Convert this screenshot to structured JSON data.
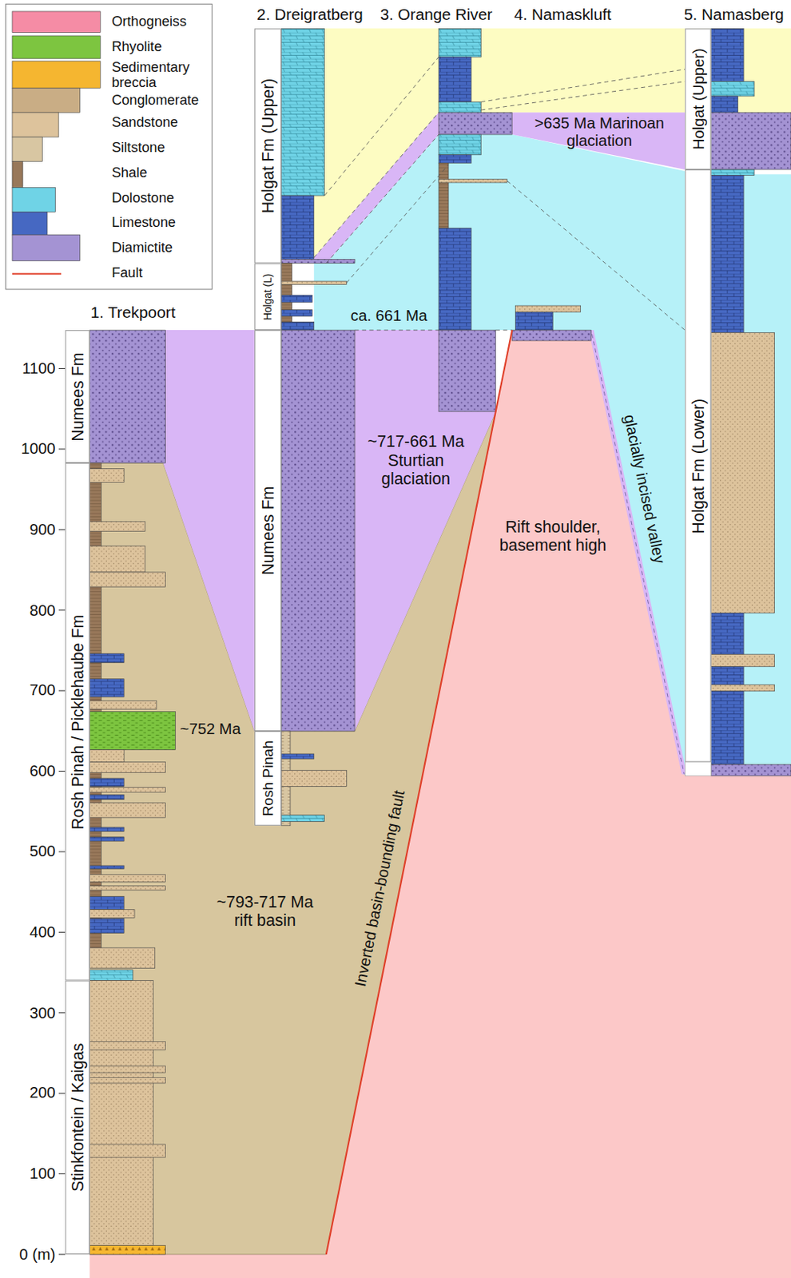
{
  "diagram": {
    "nodes": [
      {
        "text": [
          "Numees Fm"
        ]
      },
      {
        "text": [
          "Rosh Pinah / Picklehaube Fm"
        ]
      },
      {
        "text": [
          "Stinkfontein / Kaigas"
        ]
      },
      {
        "text": [
          "Holgat Fm (Upper)"
        ]
      },
      {
        "text": [
          "Holgat (L)"
        ]
      },
      {
        "text": [
          "Numees Fm"
        ]
      },
      {
        "text": [
          "Rosh Pinah"
        ]
      },
      {
        "text": [
          "Holgat (Upper)"
        ]
      },
      {
        "text": [
          "Holgat Fm (Lower)"
        ]
      }
    ],
    "labels": [
      "1. Trekpoort",
      "2. Dreigratberg",
      "3. Orange River",
      "4. Namaskluft",
      "5. Namasberg",
      "1100",
      "1000",
      "900",
      "800",
      "700",
      "600",
      "500",
      "400",
      "300",
      "200",
      "100",
      "0 (m)",
      "~752 Ma",
      "~793-717 Ma rift basin",
      "~717-661 Ma Sturtian glaciation",
      "ca. 661 Ma",
      ">635 Ma Marinoan glaciation",
      "Rift shoulder, basement high",
      "Inverted basin-bounding fault",
      "glacially incised valley"
    ],
    "legend": [
      {
        "text": "Orthogneiss",
        "color": "#f58ca5"
      },
      {
        "text": "Rhyolite",
        "color": "#7dc540"
      },
      {
        "text": "Sedimentary breccia",
        "color": "#f5b630"
      },
      {
        "text": "Conglomerate",
        "color": "#c9ad85"
      },
      {
        "text": "Sandstone",
        "color": "#ddc39c"
      },
      {
        "text": "Siltstone",
        "color": "#d8c6a2"
      },
      {
        "text": "Shale",
        "color": "#98785a"
      },
      {
        "text": "Dolostone",
        "color": "#6fd3e6"
      },
      {
        "text": "Limestone",
        "color": "#4668c2"
      },
      {
        "text": "Diamictite",
        "color": "#a493d3"
      },
      {
        "text": "Fault"
      }
    ]
  }
}
